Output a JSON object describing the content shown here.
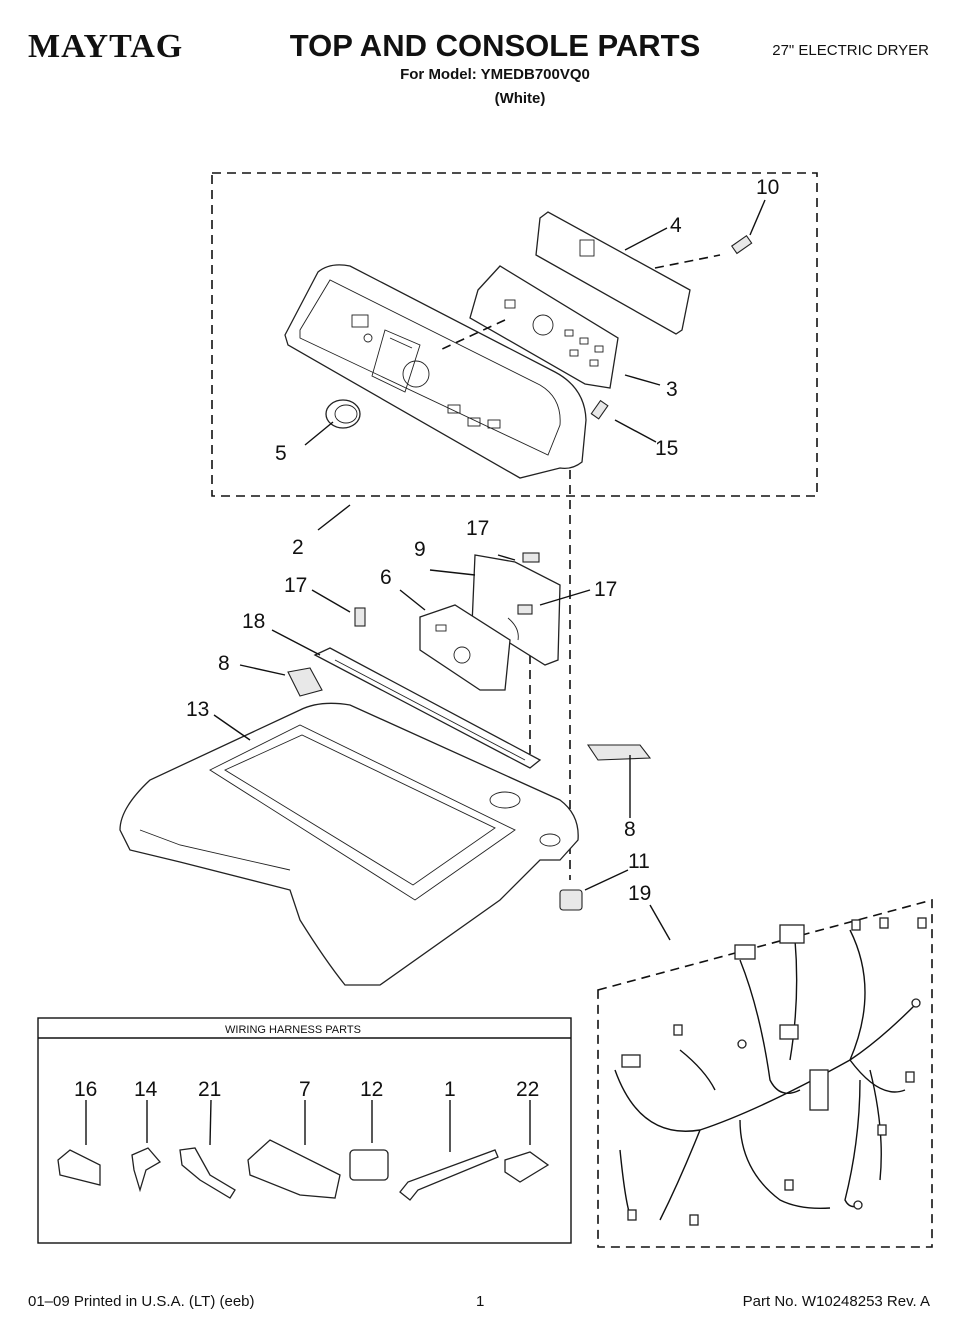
{
  "header": {
    "brand": "MAYTAG",
    "title": "TOP AND CONSOLE PARTS",
    "model_line": "For Model: YMEDB700VQ0",
    "color": "(White)",
    "product": "27\" ELECTRIC DRYER"
  },
  "callouts": {
    "c1": "1",
    "c2": "2",
    "c3": "3",
    "c4": "4",
    "c5": "5",
    "c6": "6",
    "c7": "7",
    "c8a": "8",
    "c8b": "8",
    "c9": "9",
    "c10": "10",
    "c11": "11",
    "c12": "12",
    "c13": "13",
    "c14": "14",
    "c15": "15",
    "c16": "16",
    "c17a": "17",
    "c17b": "17",
    "c17c": "17",
    "c18": "18",
    "c19": "19",
    "c21": "21",
    "c22": "22"
  },
  "harness_box": {
    "title": "WIRING HARNESS PARTS"
  },
  "footer": {
    "left": "01–09 Printed in U.S.A. (LT) (eeb)",
    "page": "1",
    "part_no": "Part No. W10248253 Rev. A"
  }
}
